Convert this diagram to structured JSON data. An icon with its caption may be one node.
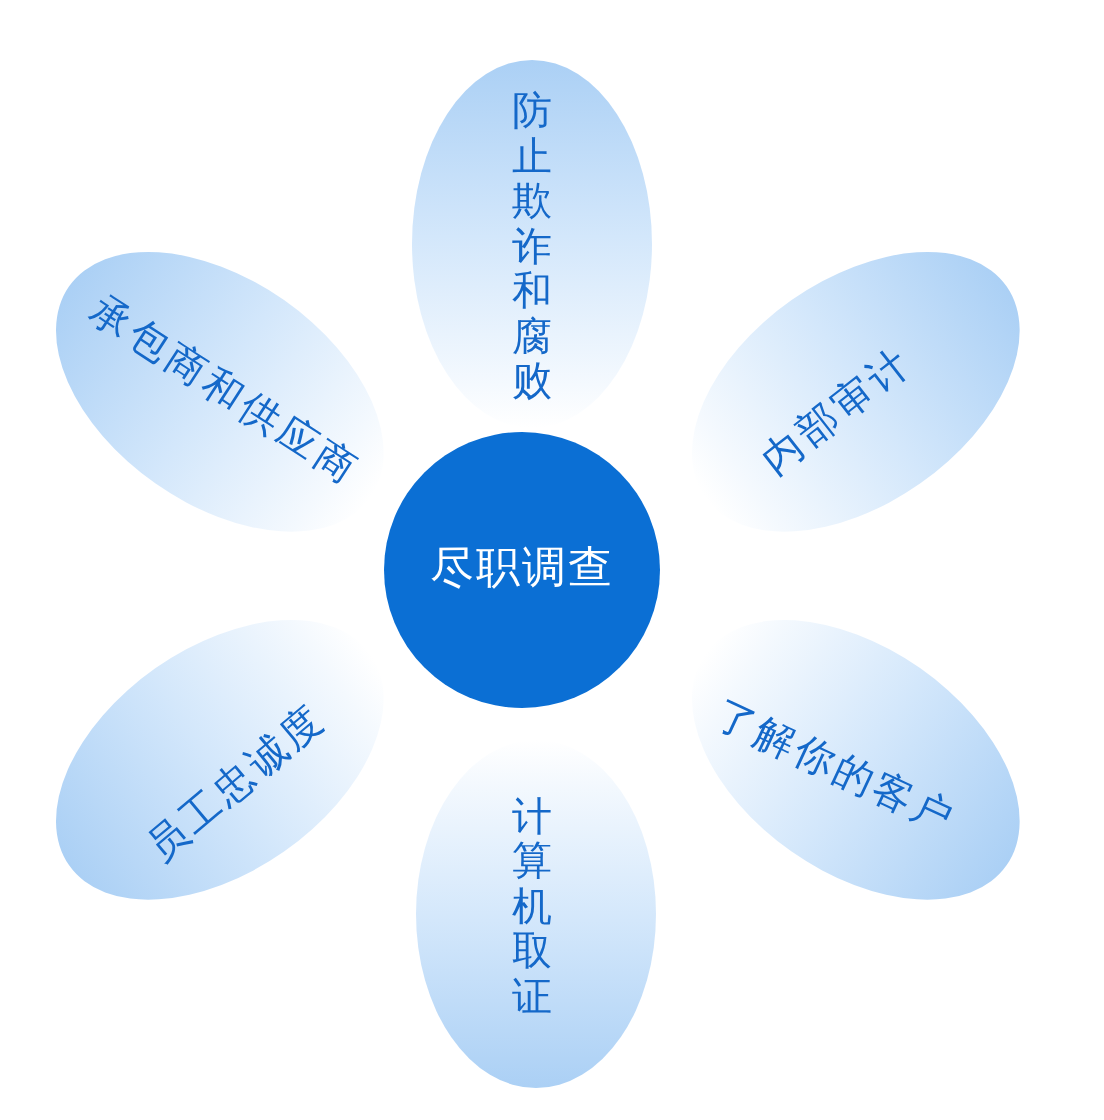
{
  "diagram": {
    "nodes": [
      {
        "text": [
          "尽职调查"
        ]
      },
      {
        "text": [
          "防止欺诈和腐败"
        ]
      },
      {
        "text": [
          "内部审计"
        ]
      },
      {
        "text": [
          "了解你的客户"
        ]
      },
      {
        "text": [
          "计算机取证"
        ]
      },
      {
        "text": [
          "员工忠诚度"
        ]
      },
      {
        "text": [
          "承包商和供应商"
        ]
      }
    ]
  }
}
